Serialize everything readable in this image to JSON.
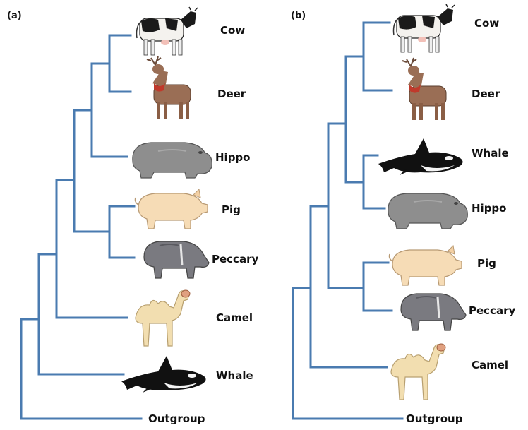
{
  "colors": {
    "branch": "#4a7bb0",
    "text": "#111111"
  },
  "panel_a": {
    "label": "(a)",
    "taxa": [
      "Cow",
      "Deer",
      "Hippo",
      "Pig",
      "Peccary",
      "Camel",
      "Whale",
      "Outgroup"
    ]
  },
  "panel_b": {
    "label": "(b)",
    "taxa": [
      "Cow",
      "Deer",
      "Whale",
      "Hippo",
      "Pig",
      "Peccary",
      "Camel",
      "Outgroup"
    ]
  },
  "icons": {
    "cow": "cow-icon",
    "deer": "deer-icon",
    "hippo": "hippo-icon",
    "pig": "pig-icon",
    "peccary": "peccary-icon",
    "camel": "camel-icon",
    "whale": "whale-icon"
  }
}
